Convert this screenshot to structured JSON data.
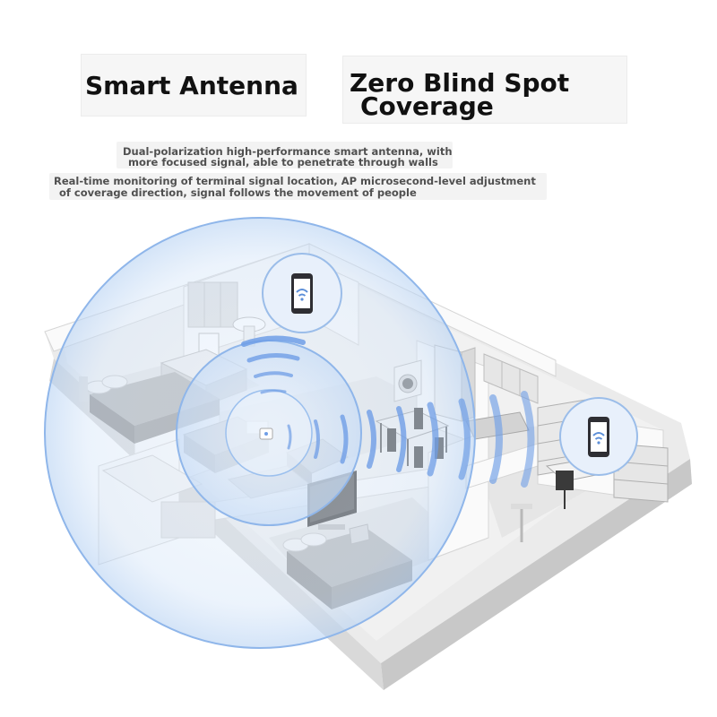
{
  "headings": {
    "left": "Smart Antenna",
    "right_line1": "Zero Blind Spot",
    "right_line2": "Coverage"
  },
  "captions": {
    "antenna_line1": "Dual-polarization high-performance smart antenna, with",
    "antenna_line2": "more focused signal, able to penetrate through walls",
    "coverage_line1": "Real-time monitoring of terminal signal location, AP microsecond-level adjustment",
    "coverage_line2": "of coverage direction, signal follows the movement of people"
  },
  "colors": {
    "coverage_fill": "#cfe1f7",
    "coverage_edge": "#8fb6ea",
    "signal_arc": "#6f9ee6",
    "heading_text": "#111111",
    "caption_text": "#505050"
  },
  "icons": {
    "phone_top": "smartphone-wifi-icon",
    "phone_right": "smartphone-wifi-icon",
    "access_point": "ceiling-access-point-icon"
  }
}
